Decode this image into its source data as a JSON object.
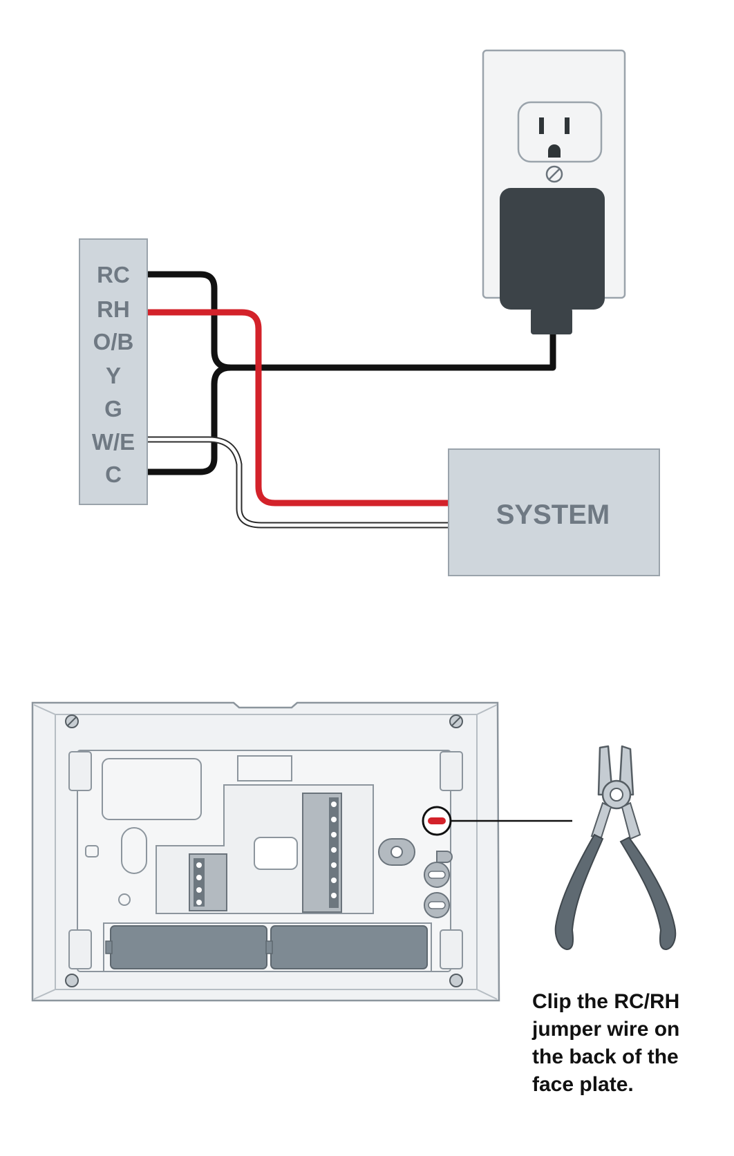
{
  "terminals": [
    "RC",
    "RH",
    "O/B",
    "Y",
    "G",
    "W/E",
    "C"
  ],
  "system_label": "SYSTEM",
  "caption_lines": [
    "Clip the RC/RH",
    "jumper wire on",
    "the back of the",
    "face plate."
  ],
  "colors": {
    "black_wire": "#111111",
    "red_wire": "#d3222a",
    "white_wire": "#ffffff",
    "panel_fill": "#cfd6dc",
    "adapter": "#3c4348",
    "plier_handle": "#5f6a72"
  },
  "icons": [
    "wall-outlet-icon",
    "power-adapter-icon",
    "pliers-icon",
    "jumper-wire-marker-icon"
  ]
}
